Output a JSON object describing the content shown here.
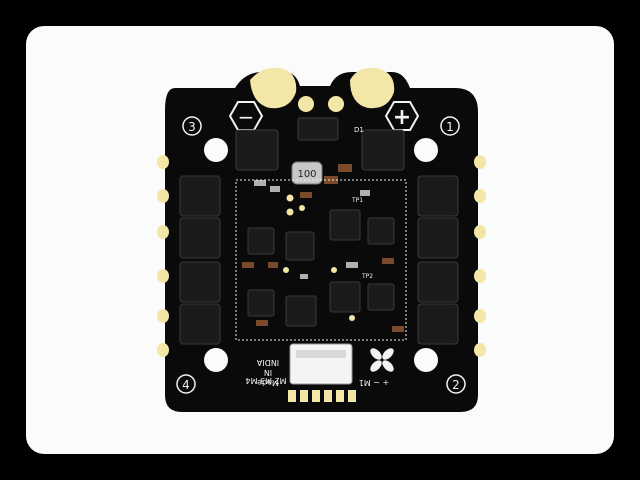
{
  "image": {
    "subject": "ESC circuit board photo",
    "colors": {
      "background": "#000000",
      "card": "#fbfbfb",
      "pcb": "#0a0a0a",
      "pad": "#f2e7a6",
      "silk": "#f2f2f2",
      "chip": "#1a1a1a"
    }
  },
  "labels": {
    "corner_tl": "3",
    "corner_tr": "1",
    "corner_bl": "4",
    "corner_br": "2",
    "minus_sign": "−",
    "plus_sign": "+",
    "inductor_code": "100",
    "made_in_line1": "Made",
    "made_in_line2": "IN",
    "made_in_line3": "INDIA",
    "motor_labels": "M2 M3 M4",
    "motor_m1": "+ − M1",
    "ref_d1": "D1",
    "ref_tp2": "TP2",
    "ref_tp1": "TP1"
  }
}
